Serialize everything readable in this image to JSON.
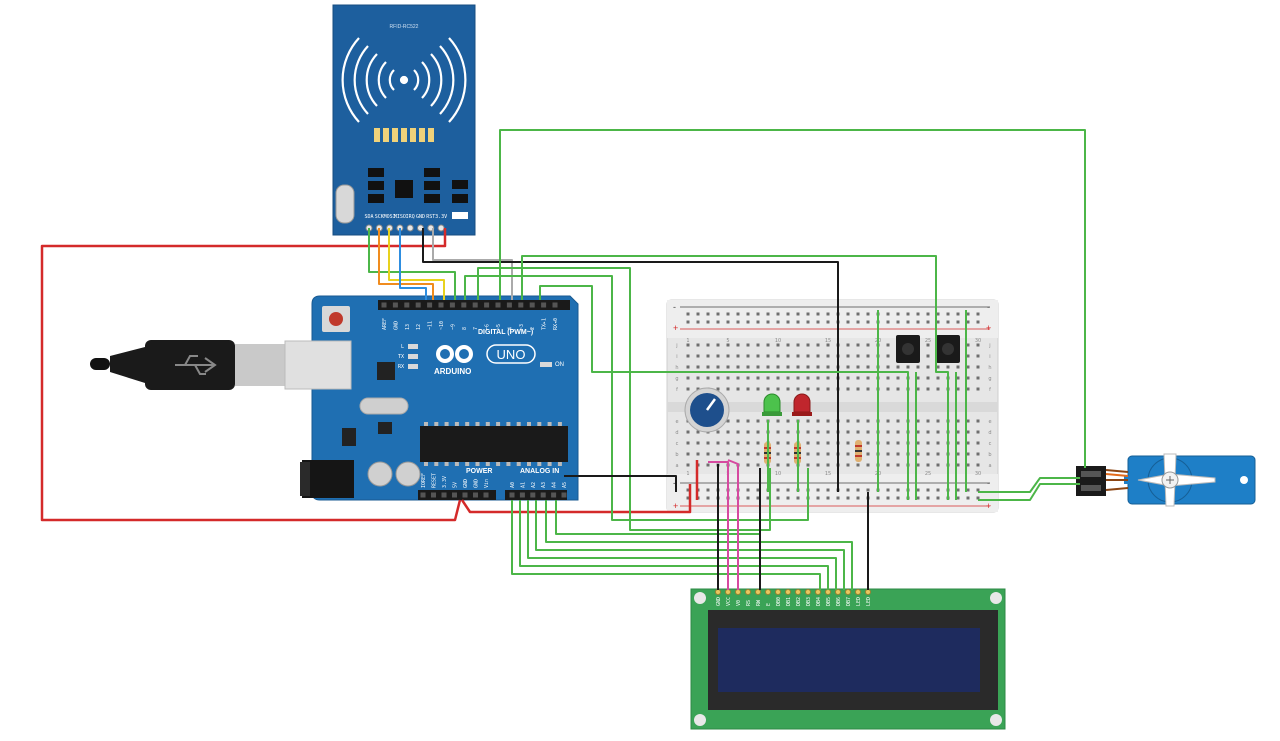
{
  "rfid": {
    "title": "RFID-RC522",
    "pins": [
      "SDA",
      "SCK",
      "MOSI",
      "MISO",
      "IRQ",
      "GND",
      "RST",
      "3.3V"
    ]
  },
  "arduino": {
    "brand": "ARDUINO",
    "model": "UNO",
    "digital_label": "DIGITAL (PWM~)",
    "power_label": "POWER",
    "analog_label": "ANALOG IN",
    "on_label": "ON",
    "led_labels": [
      "L",
      "TX",
      "RX"
    ],
    "top_pins": [
      "AREF",
      "GND",
      "13",
      "12",
      "~11",
      "~10",
      "~9",
      "8",
      "7",
      "~6",
      "~5",
      "4",
      "~3",
      "2",
      "TX▸1",
      "RX◂0"
    ],
    "power_pins": [
      "IOREF",
      "RESET",
      "3.3V",
      "5V",
      "GND",
      "GND",
      "Vin"
    ],
    "analog_pins": [
      "A0",
      "A1",
      "A2",
      "A3",
      "A4",
      "A5"
    ]
  },
  "breadboard": {
    "col_numbers": [
      "1",
      "5",
      "10",
      "15",
      "20",
      "25",
      "30"
    ],
    "row_letters_top": [
      "j",
      "i",
      "h",
      "g",
      "f"
    ],
    "row_letters_bottom": [
      "e",
      "d",
      "c",
      "b",
      "a"
    ],
    "rail_plus": "+",
    "rail_minus": "-"
  },
  "lcd": {
    "pins": [
      "GND",
      "VCC",
      "V0",
      "RS",
      "RW",
      "E",
      "DB0",
      "DB1",
      "DB2",
      "DB3",
      "DB4",
      "DB5",
      "DB6",
      "DB7",
      "LED",
      "LED"
    ]
  },
  "colors": {
    "board_blue": "#1f6fb2",
    "wire_red": "#d42a2a",
    "wire_green": "#4cb648",
    "wire_black": "#1a1a1a",
    "wire_pink": "#d64aa0",
    "lcd_green": "#3aa356",
    "lcd_screen": "#1e2b5e"
  }
}
